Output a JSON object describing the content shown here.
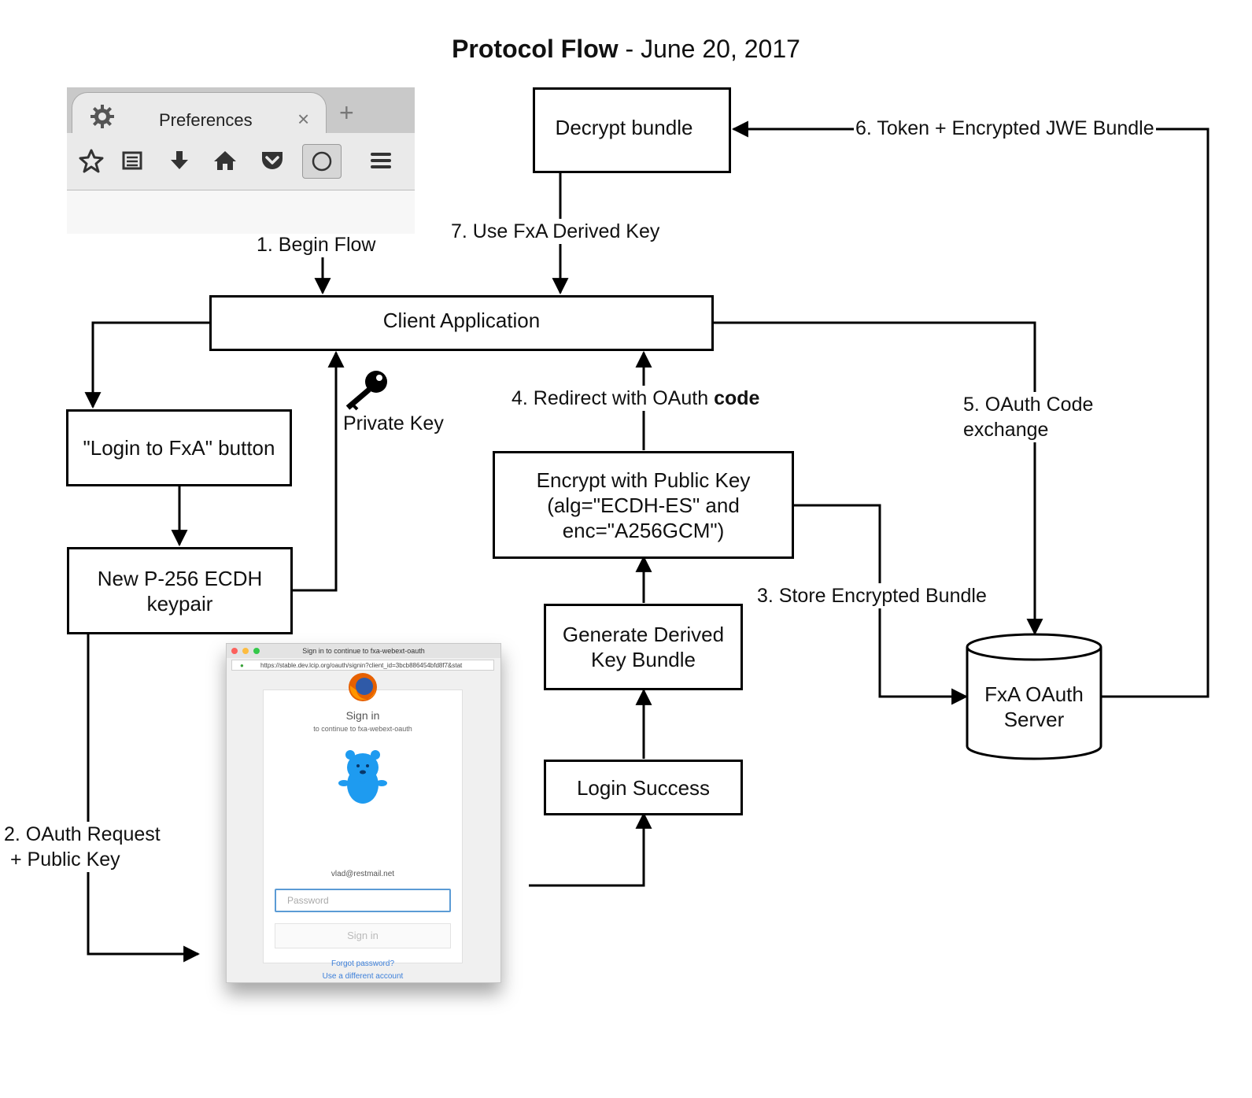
{
  "title": {
    "bold": "Protocol Flow",
    "rest": " - June 20, 2017"
  },
  "nodes": {
    "decrypt_bundle": "Decrypt bundle",
    "client_application": "Client Application",
    "login_button": "\"Login to FxA\" button",
    "keypair_line1": "New P-256 ECDH",
    "keypair_line2": "keypair",
    "encrypt_line1": "Encrypt with Public Key",
    "encrypt_line2": "(alg=\"ECDH-ES\" and",
    "encrypt_line3": "enc=\"A256GCM\")",
    "derived_line1": "Generate Derived",
    "derived_line2": "Key Bundle",
    "login_success": "Login Success",
    "server_line1": "FxA OAuth",
    "server_line2": "Server"
  },
  "labels": {
    "begin_flow": "1. Begin Flow",
    "oauth_request_line1": "2. OAuth Request",
    "oauth_request_line2": "+ Public Key",
    "store_bundle": "3. Store Encrypted Bundle",
    "redirect_prefix": "4. Redirect with OAuth ",
    "redirect_bold": "code",
    "code_exchange_line1": "5. OAuth Code",
    "code_exchange_line2": "exchange",
    "token_bundle": "6. Token + Encrypted JWE Bundle",
    "use_key": "7. Use FxA Derived Key",
    "private_key": "Private Key"
  },
  "browser_toolbar": {
    "tab_title": "Preferences",
    "close_glyph": "×",
    "new_tab_glyph": "+",
    "icons": [
      "star-icon",
      "reading-list-icon",
      "download-icon",
      "home-icon",
      "pocket-icon",
      "circle-icon",
      "menu-icon"
    ]
  },
  "signin_window": {
    "window_title": "Sign in to continue to fxa-webext-oauth",
    "url": "https://stable.dev.lcip.org/oauth/signin?client_id=3bcb886454bfd8f7&stat",
    "heading": "Sign in",
    "subheading": "to continue to fxa-webext-oauth",
    "email": "vlad@restmail.net",
    "password_placeholder": "Password",
    "signin_button": "Sign in",
    "forgot_link": "Forgot password?",
    "different_account_link": "Use a different account"
  },
  "colors": {
    "line": "#000000",
    "input_focus": "#5b9bd5",
    "link": "#3c7fd9",
    "firefox_orange": "#e66000",
    "mascot_blue": "#1e9bf0"
  }
}
